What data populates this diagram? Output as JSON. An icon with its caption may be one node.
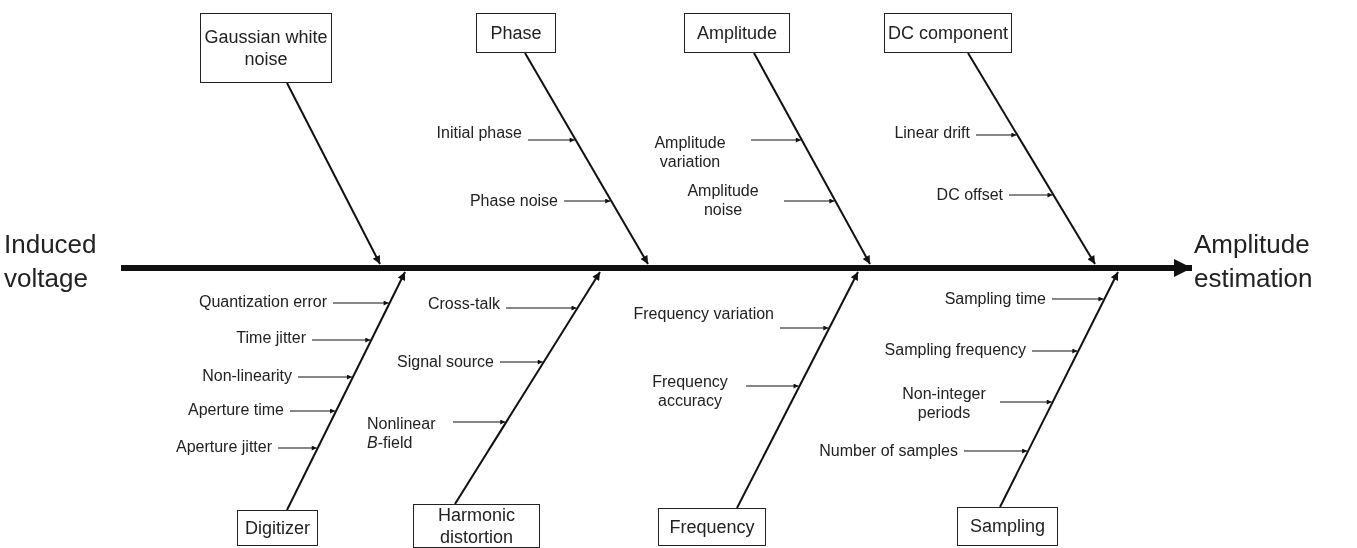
{
  "diagram": {
    "nodes": [
      {
        "text": [
          "Gaussian white noise"
        ]
      },
      {
        "text": [
          "Phase"
        ]
      },
      {
        "text": [
          "Amplitude"
        ]
      },
      {
        "text": [
          "DC component"
        ]
      },
      {
        "text": [
          "Initial phase"
        ]
      },
      {
        "text": [
          "Phase noise"
        ]
      },
      {
        "text": [
          "Amplitude variation"
        ]
      },
      {
        "text": [
          "Amplitude noise"
        ]
      },
      {
        "text": [
          "Linear drift"
        ]
      },
      {
        "text": [
          "DC offset"
        ]
      },
      {
        "text": [
          "Induced voltage"
        ]
      },
      {
        "text": [
          "Amplitude estimation"
        ]
      },
      {
        "text": [
          "Quantization error"
        ]
      },
      {
        "text": [
          "Time jitter"
        ]
      },
      {
        "text": [
          "Non-linearity"
        ]
      },
      {
        "text": [
          "Aperture time"
        ]
      },
      {
        "text": [
          "Aperture jitter"
        ]
      },
      {
        "text": [
          "Cross-talk"
        ]
      },
      {
        "text": [
          "Signal source"
        ]
      },
      {
        "text": [
          "Nonlinear *B*-field"
        ]
      },
      {
        "text": [
          "Frequency variation"
        ]
      },
      {
        "text": [
          "Frequency accuracy"
        ]
      },
      {
        "text": [
          "Sampling time"
        ]
      },
      {
        "text": [
          "Sampling frequency"
        ]
      },
      {
        "text": [
          "Non-integer periods"
        ]
      },
      {
        "text": [
          "Number of samples"
        ]
      },
      {
        "text": [
          "Digitizer"
        ]
      },
      {
        "text": [
          "Harmonic distortion"
        ]
      },
      {
        "text": [
          "Frequency"
        ]
      },
      {
        "text": [
          "Sampling"
        ]
      },
      {
        "text": [],
        "shape": "bar"
      },
      {
        "text": [],
        "shape": "bar"
      },
      {
        "text": [],
        "shape": "bar"
      },
      {
        "text": [],
        "shape": "bar"
      },
      {
        "text": [],
        "shape": "bar"
      },
      {
        "text": [],
        "shape": "bar"
      },
      {
        "text": [],
        "shape": "bar"
      },
      {
        "text": [],
        "shape": "bar"
      },
      {
        "text": [],
        "shape": "bar"
      }
    ],
    "edges": [
      {
        "from": 10,
        "to": 38,
        "arrow": "none",
        "style": "thick"
      },
      {
        "from": 38,
        "to": 11,
        "arrow": "to",
        "style": "thick"
      },
      {
        "from": 0,
        "to": 38,
        "arrow": "to"
      },
      {
        "from": 1,
        "to": 38,
        "arrow": "to"
      },
      {
        "from": 2,
        "to": 38,
        "arrow": "to"
      },
      {
        "from": 3,
        "to": 38,
        "arrow": "to"
      },
      {
        "from": 26,
        "to": 38,
        "arrow": "to"
      },
      {
        "from": 27,
        "to": 38,
        "arrow": "to"
      },
      {
        "from": 28,
        "to": 38,
        "arrow": "to"
      },
      {
        "from": 29,
        "to": 38,
        "arrow": "to"
      },
      {
        "from": 4,
        "to": 31,
        "arrow": "to"
      },
      {
        "from": 5,
        "to": 31,
        "arrow": "to"
      },
      {
        "from": 6,
        "to": 32,
        "arrow": "to"
      },
      {
        "from": 7,
        "to": 32,
        "arrow": "to"
      },
      {
        "from": 8,
        "to": 33,
        "arrow": "to"
      },
      {
        "from": 9,
        "to": 33,
        "arrow": "to"
      },
      {
        "from": 12,
        "to": 34,
        "arrow": "to"
      },
      {
        "from": 13,
        "to": 34,
        "arrow": "to"
      },
      {
        "from": 14,
        "to": 34,
        "arrow": "to"
      },
      {
        "from": 15,
        "to": 34,
        "arrow": "to"
      },
      {
        "from": 16,
        "to": 34,
        "arrow": "to"
      },
      {
        "from": 17,
        "to": 35,
        "arrow": "to"
      },
      {
        "from": 18,
        "to": 35,
        "arrow": "to"
      },
      {
        "from": 19,
        "to": 35,
        "arrow": "to"
      },
      {
        "from": 20,
        "to": 36,
        "arrow": "to"
      },
      {
        "from": 21,
        "to": 36,
        "arrow": "to"
      },
      {
        "from": 22,
        "to": 37,
        "arrow": "to"
      },
      {
        "from": 23,
        "to": 37,
        "arrow": "to"
      },
      {
        "from": 24,
        "to": 37,
        "arrow": "to"
      },
      {
        "from": 25,
        "to": 37,
        "arrow": "to"
      }
    ]
  }
}
